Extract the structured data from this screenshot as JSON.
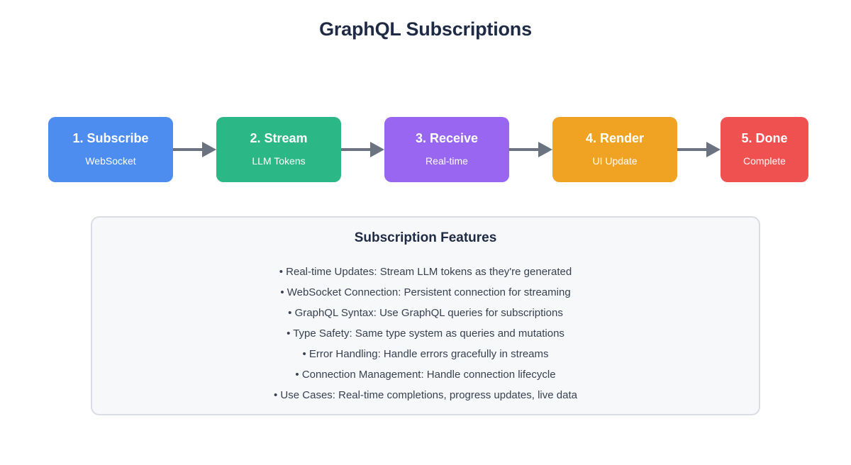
{
  "title": "GraphQL Subscriptions",
  "flow": {
    "arrow_color": "#6b7280",
    "steps": [
      {
        "title": "1. Subscribe",
        "subtitle": "WebSocket",
        "color": "#4d8df0",
        "width": 176
      },
      {
        "title": "2. Stream",
        "subtitle": "LLM Tokens",
        "color": "#2bb886",
        "width": 176
      },
      {
        "title": "3. Receive",
        "subtitle": "Real-time",
        "color": "#9866f0",
        "width": 176
      },
      {
        "title": "4. Render",
        "subtitle": "UI Update",
        "color": "#f0a322",
        "width": 176
      },
      {
        "title": "5. Done",
        "subtitle": "Complete",
        "color": "#ef5050",
        "width": 124
      }
    ]
  },
  "features": {
    "heading": "Subscription Features",
    "items": [
      "• Real-time Updates: Stream LLM tokens as they're generated",
      "• WebSocket Connection: Persistent connection for streaming",
      "• GraphQL Syntax: Use GraphQL queries for subscriptions",
      "• Type Safety: Same type system as queries and mutations",
      "• Error Handling: Handle errors gracefully in streams",
      "• Connection Management: Handle connection lifecycle",
      "• Use Cases: Real-time completions, progress updates, live data"
    ]
  }
}
